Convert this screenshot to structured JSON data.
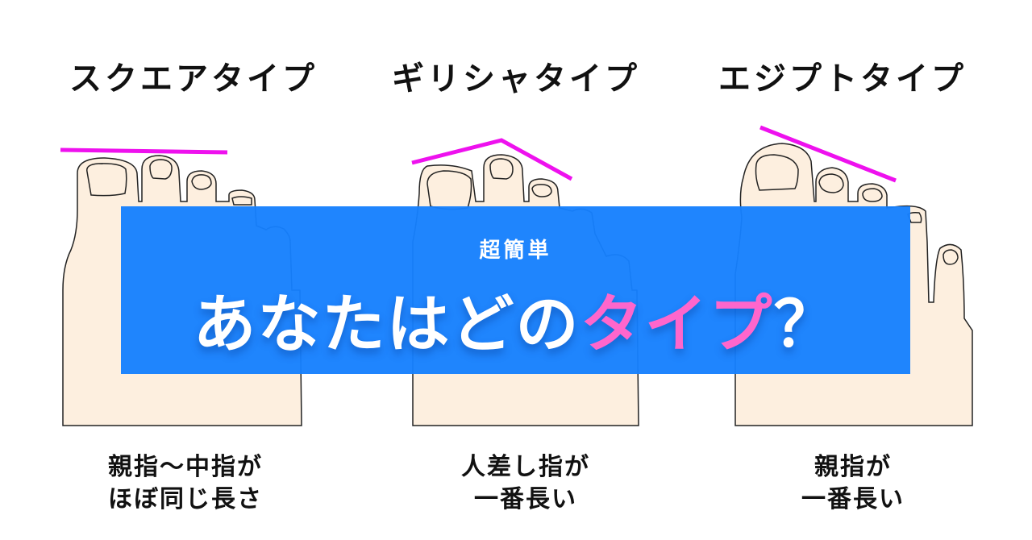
{
  "types": [
    {
      "title": "スクエアタイプ",
      "caption_lines": [
        "親指〜中指が",
        "ほぼ同じ長さ"
      ]
    },
    {
      "title": "ギリシャタイプ",
      "caption_lines": [
        "人差し指が",
        "一番長い"
      ]
    },
    {
      "title": "エジプトタイプ",
      "caption_lines": [
        "親指が",
        "一番長い"
      ]
    }
  ],
  "banner": {
    "subtitle": "超簡単",
    "headline_prefix": "あなたはどの",
    "headline_accent": "タイプ",
    "headline_suffix": "？"
  },
  "colors": {
    "banner_blue": "#1680fe",
    "accent_pink": "#ff66cc",
    "guide_line_magenta": "#ee11ee",
    "skin": "#fdefdf",
    "outline": "#222222",
    "text": "#111111"
  }
}
